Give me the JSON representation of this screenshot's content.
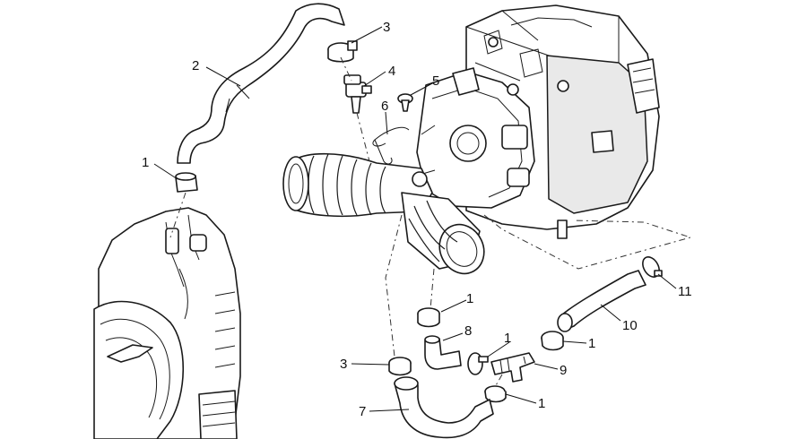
{
  "callouts": {
    "c1a": "1",
    "c2": "2",
    "c3a": "3",
    "c4": "4",
    "c5": "5",
    "c6": "6",
    "c1b": "1",
    "c8": "8",
    "c1c": "1",
    "c10": "10",
    "c1d": "1",
    "c11": "11",
    "c3b": "3",
    "c9": "9",
    "c1e": "1",
    "c7": "7"
  }
}
